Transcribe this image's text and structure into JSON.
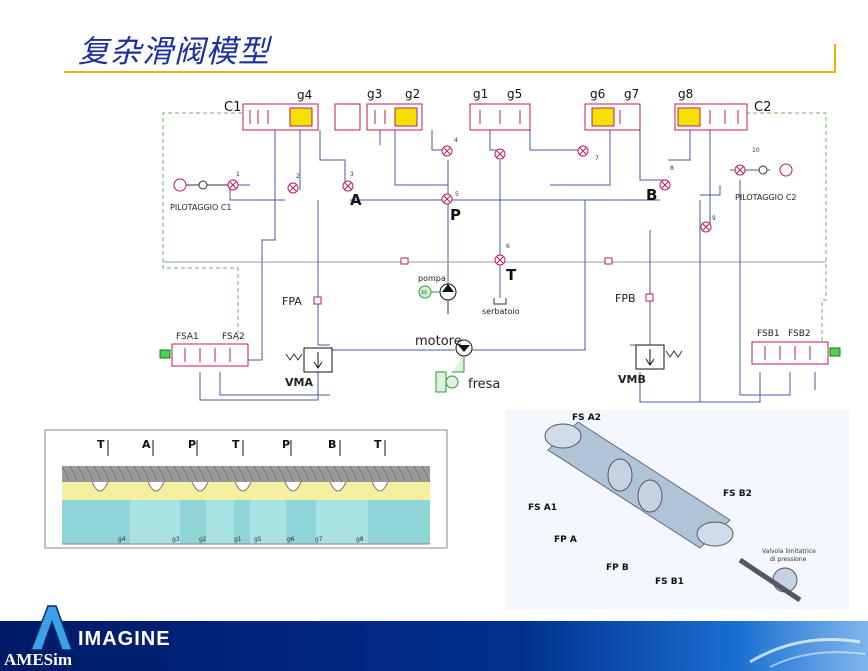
{
  "title": "复杂滑阀模型",
  "footer": {
    "brand": "IMAGINE",
    "product": "AMESim"
  },
  "diagram": {
    "groove_labels_top": [
      "g4",
      "g3",
      "g2",
      "g1",
      "g5",
      "g6",
      "g7",
      "g8"
    ],
    "side_labels": [
      "C1",
      "C2"
    ],
    "ports": [
      "A",
      "P",
      "T",
      "B"
    ],
    "pilot_left": "PILOTAGGIO C1",
    "pilot_right": "PILOTAGGIO C2",
    "fpa": "FPA",
    "fpb": "FPB",
    "fsa1": "FSA1",
    "fsa2": "FSA2",
    "fsb1": "FSB1",
    "fsb2": "FSB2",
    "vma": "VMA",
    "vmb": "VMB",
    "pompa": "pompa",
    "serbatoio": "serbatoio",
    "motore": "motore",
    "fresa": "fresa",
    "node_numbers": [
      "1",
      "2",
      "3",
      "4",
      "5",
      "6",
      "7",
      "8",
      "9",
      "10"
    ]
  },
  "section": {
    "port_labels": [
      "T",
      "A",
      "P",
      "T",
      "P",
      "B",
      "T"
    ],
    "groove_small": [
      "g4",
      "g3",
      "g2",
      "g1",
      "g5",
      "g6",
      "g7",
      "g8"
    ]
  },
  "spool": {
    "labels": [
      "FS A2",
      "FS A1",
      "FP A",
      "FP B",
      "FS B1",
      "FS B2"
    ],
    "note_line1": "Valvola limitatrice",
    "note_line2": "di pressione"
  }
}
